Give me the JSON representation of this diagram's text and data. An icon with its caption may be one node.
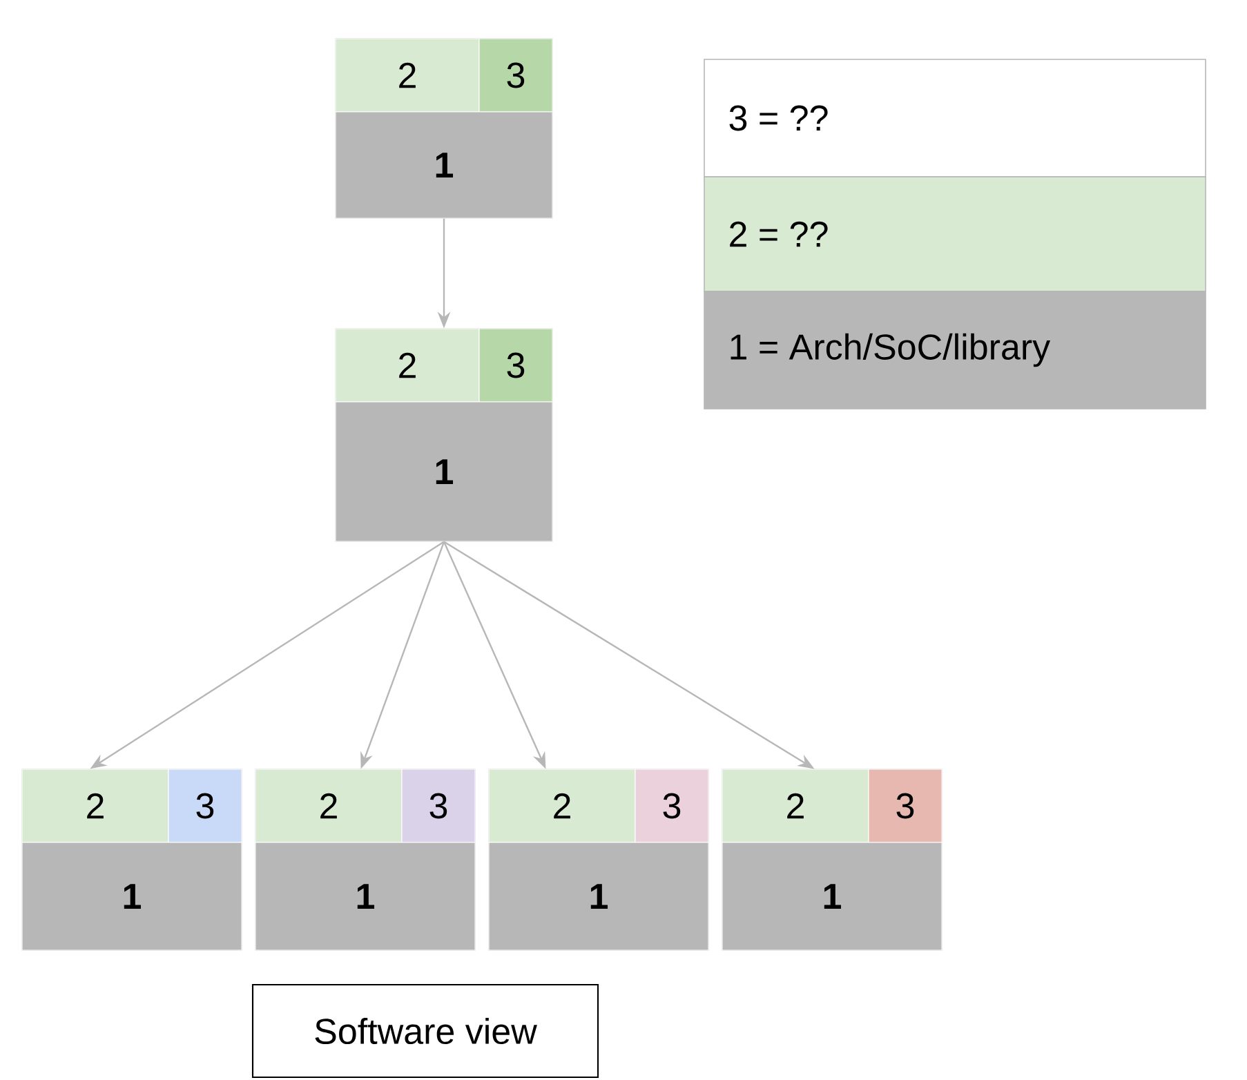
{
  "diagram": {
    "nodes": [
      {
        "text": [],
        "shape": "box"
      },
      {
        "text": [
          "2"
        ],
        "in": 0
      },
      {
        "text": [
          "3"
        ],
        "in": 0
      },
      {
        "text": [
          "1"
        ],
        "in": 0
      },
      {
        "text": [],
        "shape": "box"
      },
      {
        "text": [
          "2"
        ],
        "in": 4
      },
      {
        "text": [
          "3"
        ],
        "in": 4
      },
      {
        "text": [
          "1"
        ],
        "in": 4
      },
      {
        "text": [],
        "shape": "box"
      },
      {
        "text": [
          "2"
        ],
        "in": 8
      },
      {
        "text": [
          "3"
        ],
        "in": 8
      },
      {
        "text": [
          "1"
        ],
        "in": 8
      },
      {
        "text": [],
        "shape": "box"
      },
      {
        "text": [
          "2"
        ],
        "in": 12
      },
      {
        "text": [
          "3"
        ],
        "in": 12
      },
      {
        "text": [
          "1"
        ],
        "in": 12
      },
      {
        "text": [],
        "shape": "box"
      },
      {
        "text": [
          "2"
        ],
        "in": 16
      },
      {
        "text": [
          "3"
        ],
        "in": 16
      },
      {
        "text": [
          "1"
        ],
        "in": 16
      },
      {
        "text": [],
        "shape": "box"
      },
      {
        "text": [
          "2"
        ],
        "in": 20
      },
      {
        "text": [
          "3"
        ],
        "in": 20
      },
      {
        "text": [
          "1"
        ],
        "in": 20
      },
      {
        "text": [
          "Software view"
        ]
      }
    ],
    "edges": [
      {
        "from": 0,
        "to": 4,
        "arrow": "to"
      },
      {
        "from": 4,
        "to": 8,
        "arrow": "to"
      },
      {
        "from": 4,
        "to": 12,
        "arrow": "to"
      },
      {
        "from": 4,
        "to": 16,
        "arrow": "to"
      },
      {
        "from": 4,
        "to": 20,
        "arrow": "to"
      }
    ],
    "legend": [
      {
        "text": "3 = ??"
      },
      {
        "text": "2 = ??",
        "color": "#d9ead3"
      },
      {
        "text": "1 = Arch/SoC/library",
        "color": "#b7b7b7"
      }
    ]
  }
}
